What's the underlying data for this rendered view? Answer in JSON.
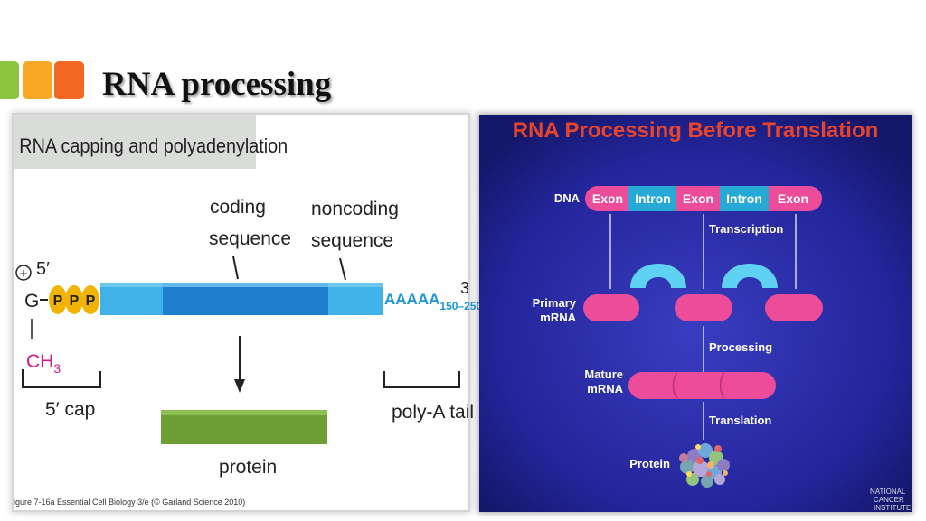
{
  "slide": {
    "title": "RNA processing"
  },
  "decor": {
    "colors": [
      "#8cc63f",
      "#f9a825",
      "#f26722"
    ]
  },
  "left_figure": {
    "header": "RNA capping and polyadenylation",
    "coding_label_1": "coding",
    "coding_label_2": "sequence",
    "noncoding_label_1": "noncoding",
    "noncoding_label_2": "sequence",
    "plus_symbol": "+",
    "five_prime": "5′",
    "three_prime": "3",
    "guanine": "G",
    "phosphate": "P",
    "methyl": "CH",
    "methyl_subscript": "3",
    "polya_text": "AAAAA",
    "polya_subscript": "150–250",
    "cap_label": "5′ cap",
    "polya_label": "poly-A tail",
    "protein_label": "protein",
    "caption": "igure 7-16a  Essential Cell Biology 3/e (© Garland Science 2010)"
  },
  "right_figure": {
    "title": "RNA Processing Before Translation",
    "dna_label": "DNA",
    "dna_segments": [
      "Exon",
      "Intron",
      "Exon",
      "Intron",
      "Exon"
    ],
    "transcription": "Transcription",
    "primary_label_1": "Primary",
    "primary_label_2": "mRNA",
    "processing": "Processing",
    "mature_label_1": "Mature",
    "mature_label_2": "mRNA",
    "translation": "Translation",
    "protein": "Protein",
    "credit_1": "NATIONAL",
    "credit_2": "CANCER",
    "credit_3": "INSTITUTE",
    "colors": {
      "exon": "#ec4c9a",
      "intron": "#27a9d6",
      "spliceosome": "#5fd1f3",
      "background": "#1b1d7c"
    }
  }
}
